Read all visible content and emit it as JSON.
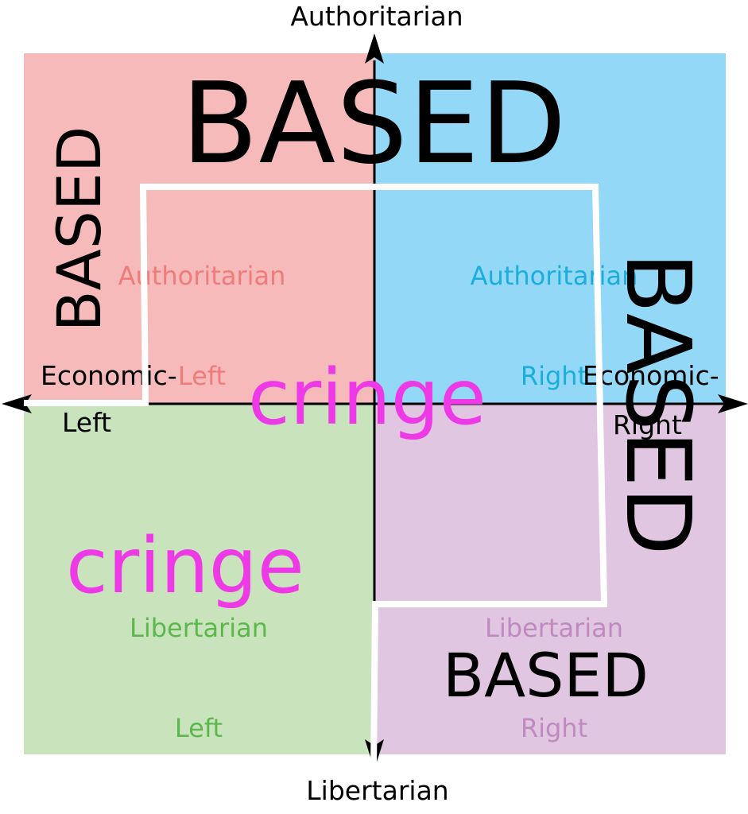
{
  "axes": {
    "top": "Authoritarian",
    "bottom": "Libertarian",
    "left_line1": "Economic-",
    "left_line2": "Left",
    "right_line1": "Economic-",
    "right_line2": "Right"
  },
  "quadrants": {
    "auth_left": {
      "line1": "Authoritarian",
      "line2": "Left",
      "color": "#f7baba",
      "label_color": "#f07b7b"
    },
    "auth_right": {
      "line1": "Authoritarian",
      "line2": "Right",
      "color": "#93d8f6",
      "label_color": "#1baedd"
    },
    "lib_left": {
      "line1": "Libertarian",
      "line2": "Left",
      "color": "#c9e4bd",
      "label_color": "#5cb84c"
    },
    "lib_right": {
      "line1": "Libertarian",
      "line2": "Right",
      "color": "#e0c6e0",
      "label_color": "#c08ac0"
    }
  },
  "overlay": {
    "based_top": "BASED",
    "based_left": "BASED",
    "based_right": "BASED",
    "based_bottom_right": "BASED",
    "cringe_center": "cringe",
    "cringe_lower_left": "cringe",
    "cringe_color": "#ee3ae6",
    "line_color": "#ffffff"
  }
}
